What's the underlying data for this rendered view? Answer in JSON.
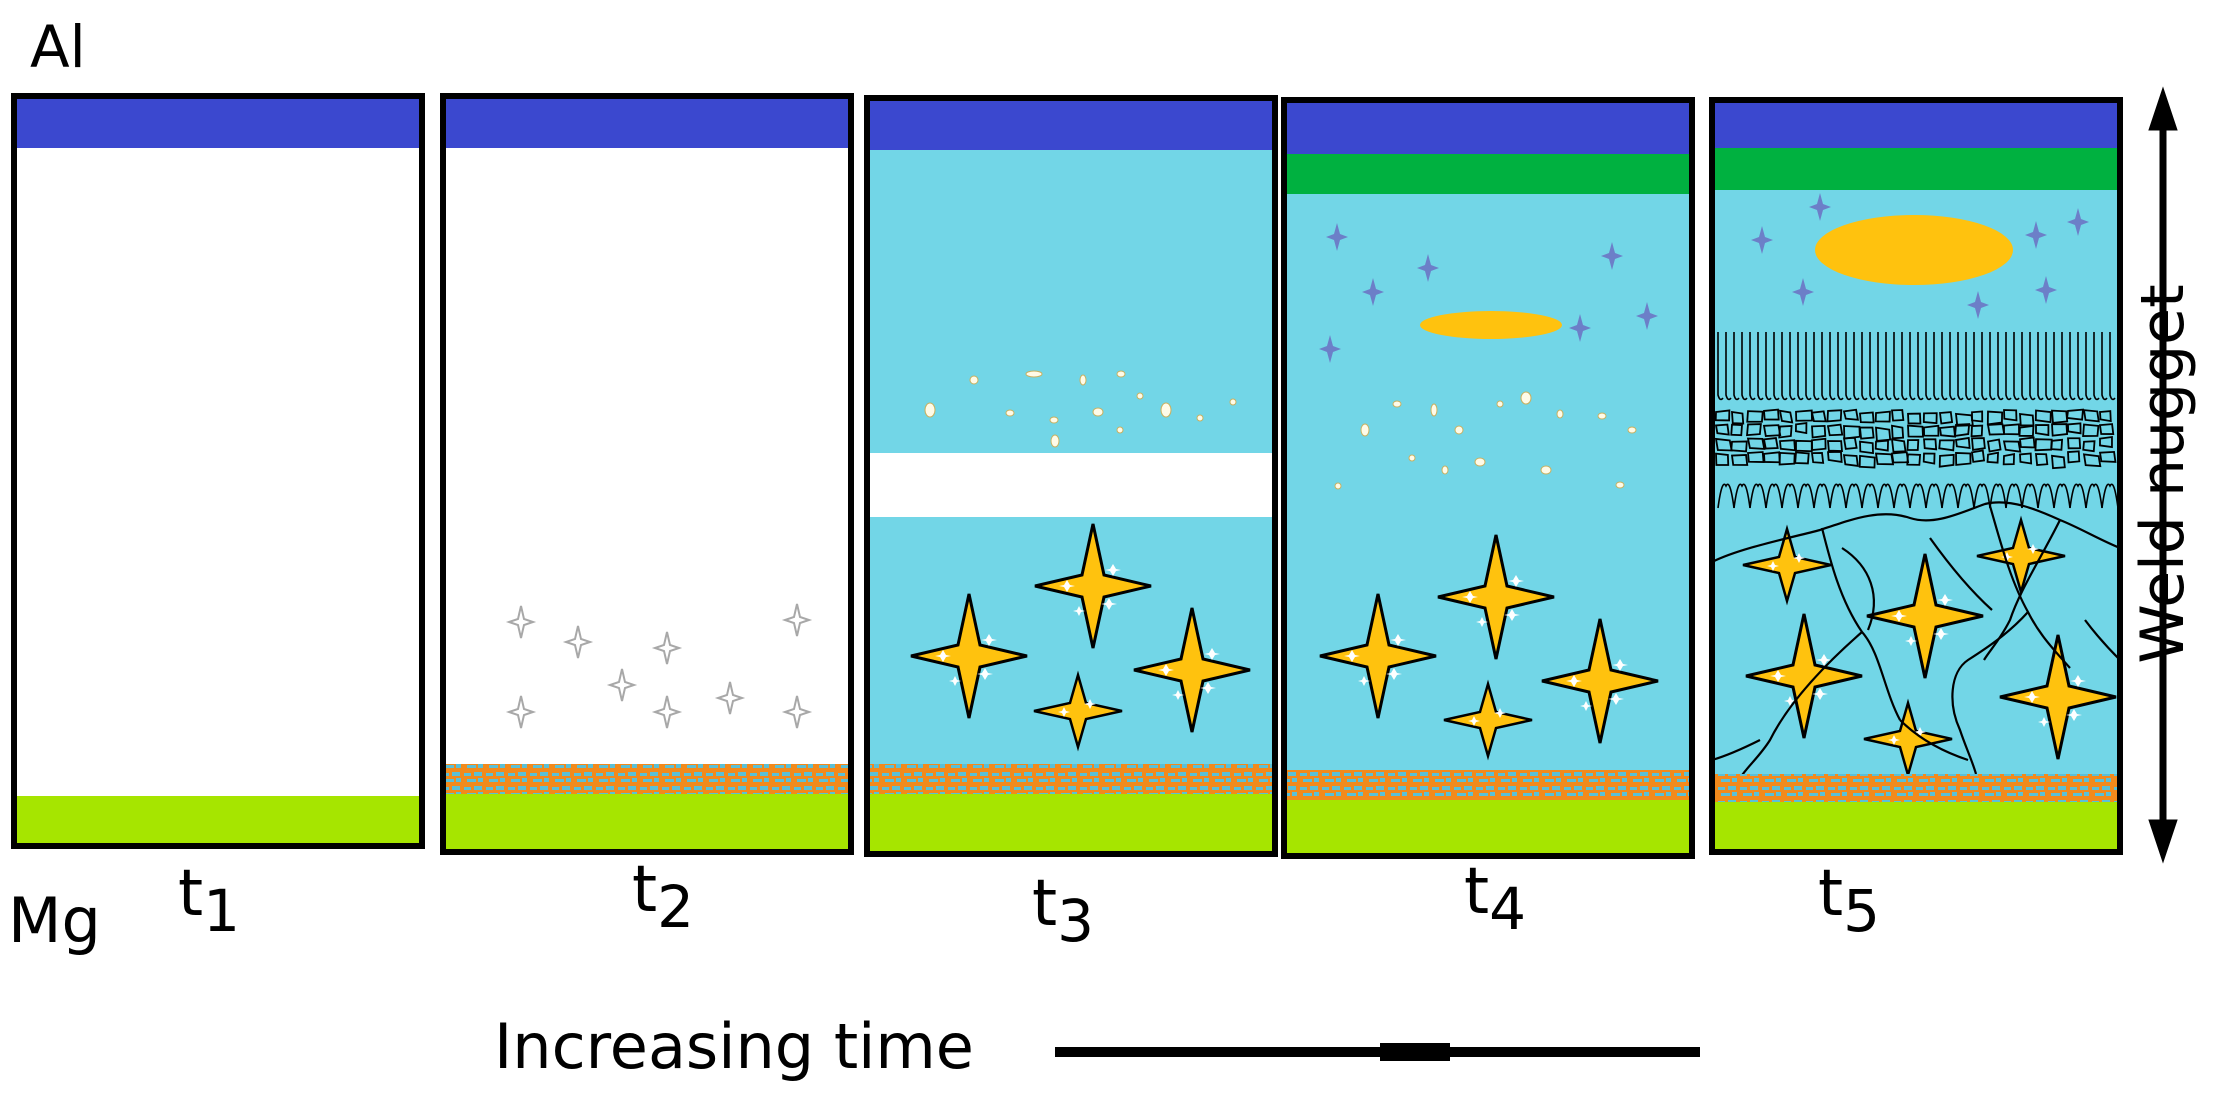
{
  "title": "",
  "labels": {
    "top_metal": "Al",
    "bottom_metal": "Mg",
    "side_label": "Weld nugget",
    "time_axis": "Increasing time"
  },
  "panels": [
    {
      "id": "t1",
      "base": "t",
      "sub": "1"
    },
    {
      "id": "t2",
      "base": "t",
      "sub": "2"
    },
    {
      "id": "t3",
      "base": "t",
      "sub": "3"
    },
    {
      "id": "t4",
      "base": "t",
      "sub": "4"
    },
    {
      "id": "t5",
      "base": "t",
      "sub": "5"
    }
  ],
  "colors": {
    "al_layer": "#3b48cf",
    "mg_layer": "#a6e500",
    "melt": "#72d6e7",
    "imc_green": "#00b140",
    "interface": "#f28a1c",
    "crystal": "#ffc20e",
    "oxide": "#ffc20e"
  }
}
